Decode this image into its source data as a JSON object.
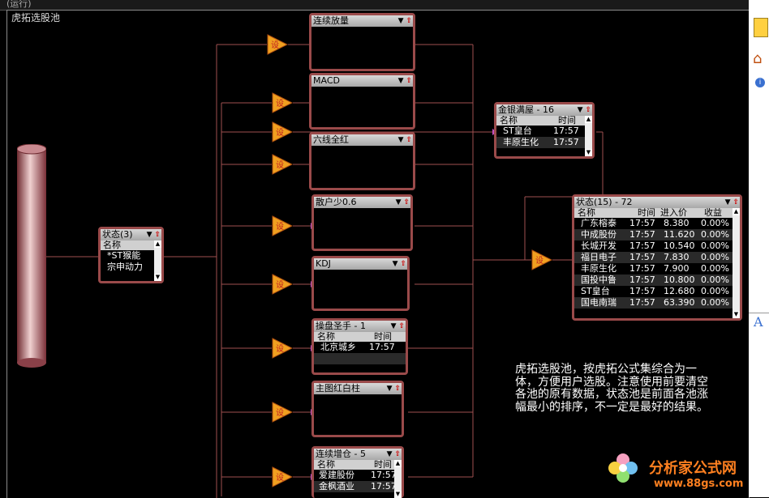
{
  "window_title": "(运行)",
  "canvas_title": "虎拓选股池",
  "gate_label": "设",
  "source": {
    "title": "状态(3)",
    "col": "名称",
    "rows": [
      "*ST猴能",
      "宗申动力"
    ]
  },
  "filters": [
    {
      "title": "连续放量"
    },
    {
      "title": "MACD"
    },
    {
      "title": "六线全红"
    },
    {
      "title": "散户少0.6"
    },
    {
      "title": "KDJ"
    },
    {
      "title": "操盘圣手 - 1",
      "cols": [
        "名称",
        "时间"
      ],
      "rows": [
        [
          "北京城乡",
          "17:57"
        ]
      ]
    },
    {
      "title": "主图红白柱"
    },
    {
      "title": "连续增仓 - 5",
      "cols": [
        "名称",
        "时间"
      ],
      "rows": [
        [
          "爱建股份",
          "17:57"
        ],
        [
          "金枫酒业",
          "17:57"
        ]
      ]
    }
  ],
  "jinyin": {
    "title": "金银满屋 - 16",
    "cols": [
      "名称",
      "时间"
    ],
    "rows": [
      [
        "ST皇台",
        "17:57"
      ],
      [
        "丰原生化",
        "17:57"
      ]
    ]
  },
  "result": {
    "title": "状态(15) - 72",
    "cols": [
      "名称",
      "时间",
      "进入价",
      "收益"
    ],
    "rows": [
      [
        "广东榕泰",
        "17:57",
        "8.380",
        "0.00%"
      ],
      [
        "中成股份",
        "17:57",
        "11.620",
        "0.00%"
      ],
      [
        "长城开发",
        "17:57",
        "10.540",
        "0.00%"
      ],
      [
        "福日电子",
        "17:57",
        "7.830",
        "0.00%"
      ],
      [
        "丰原生化",
        "17:57",
        "7.900",
        "0.00%"
      ],
      [
        "国投中鲁",
        "17:57",
        "10.800",
        "0.00%"
      ],
      [
        "ST皇台",
        "17:57",
        "12.680",
        "0.00%"
      ],
      [
        "国电南瑞",
        "17:57",
        "63.390",
        "0.00%"
      ]
    ]
  },
  "note": "虎拓选股池，按虎拓公式集综合为一体，方便用户选股。注意使用前要清空各池的原有数据，状态池是前面各池涨幅最小的排序，不一定是最好的结果。",
  "logo": {
    "name": "分析家公式网",
    "url": "www.88gs.com"
  }
}
